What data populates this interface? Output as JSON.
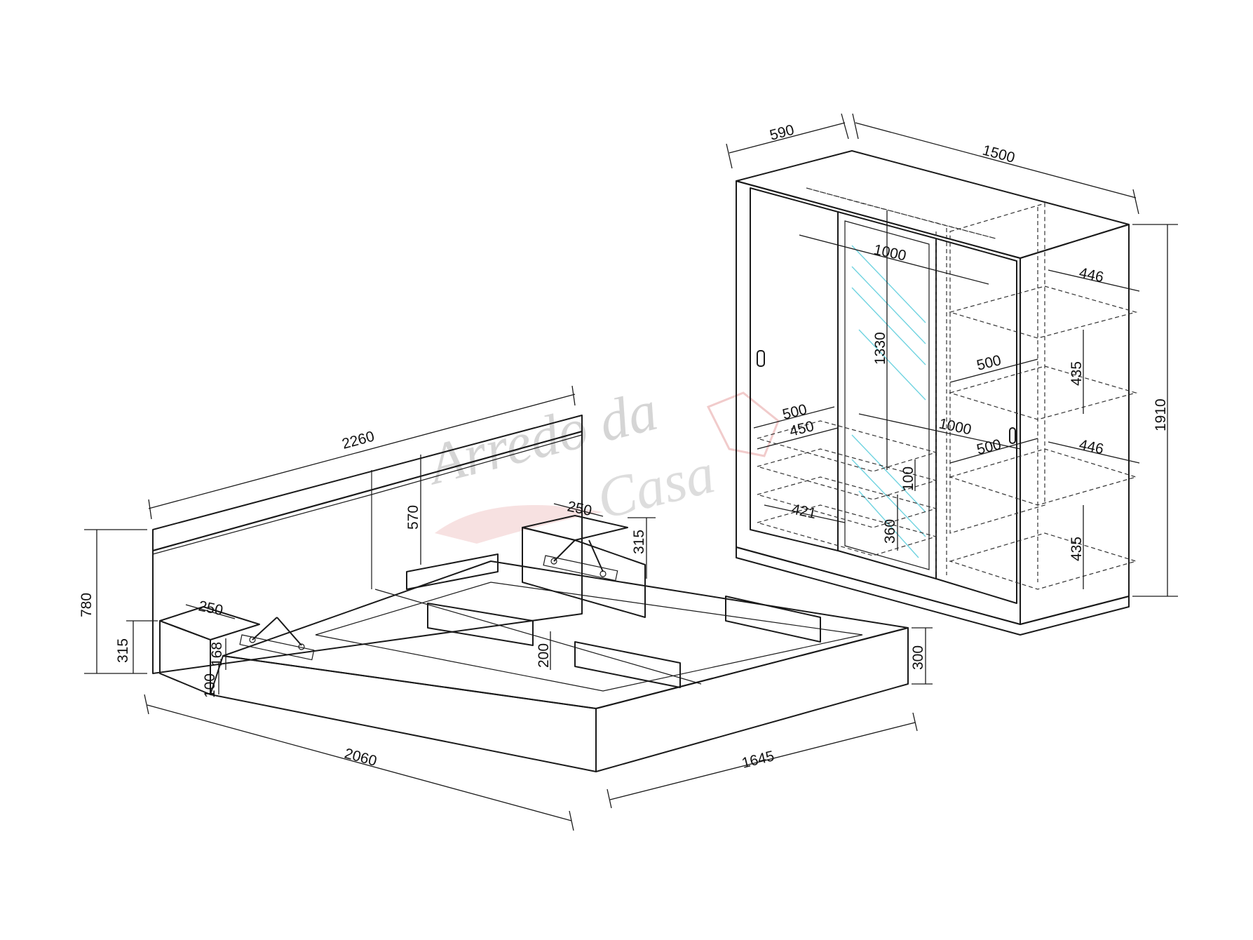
{
  "watermark": {
    "line1": "Arredo da",
    "line2": "Casa",
    "accent_color": "#e7a0a0"
  },
  "bed": {
    "dimensions": {
      "headboard_length": "2260",
      "total_height": "780",
      "headboard_panel_height": "570",
      "nightstand_width_left": "250",
      "nightstand_height_left": "315",
      "nightstand_width_right": "250",
      "nightstand_height_right": "315",
      "drawer_height": "168",
      "drawer_gap": "100",
      "base_length": "2060",
      "base_width": "1645",
      "frame_height": "300",
      "slat_height": "200"
    }
  },
  "wardrobe": {
    "dimensions": {
      "depth": "590",
      "width": "1500",
      "height": "1910",
      "rail_width": "1000",
      "mirror_height": "1330",
      "inner_width_upper": "500",
      "inner_width_mid": "450",
      "inner_depth": "1000",
      "shelf_width_right": "500",
      "shelf_width_lower_right": "500",
      "shelf_depth_top": "446",
      "shelf_depth_mid": "446",
      "shelf_spacing_upper": "435",
      "shelf_spacing_lower": "435",
      "drawer_width": "421",
      "drawer_height": "100",
      "drawer_block_height": "360"
    }
  },
  "colors": {
    "line": "#1a1a1a",
    "mirror": "#6fd3e0",
    "background": "#ffffff"
  }
}
